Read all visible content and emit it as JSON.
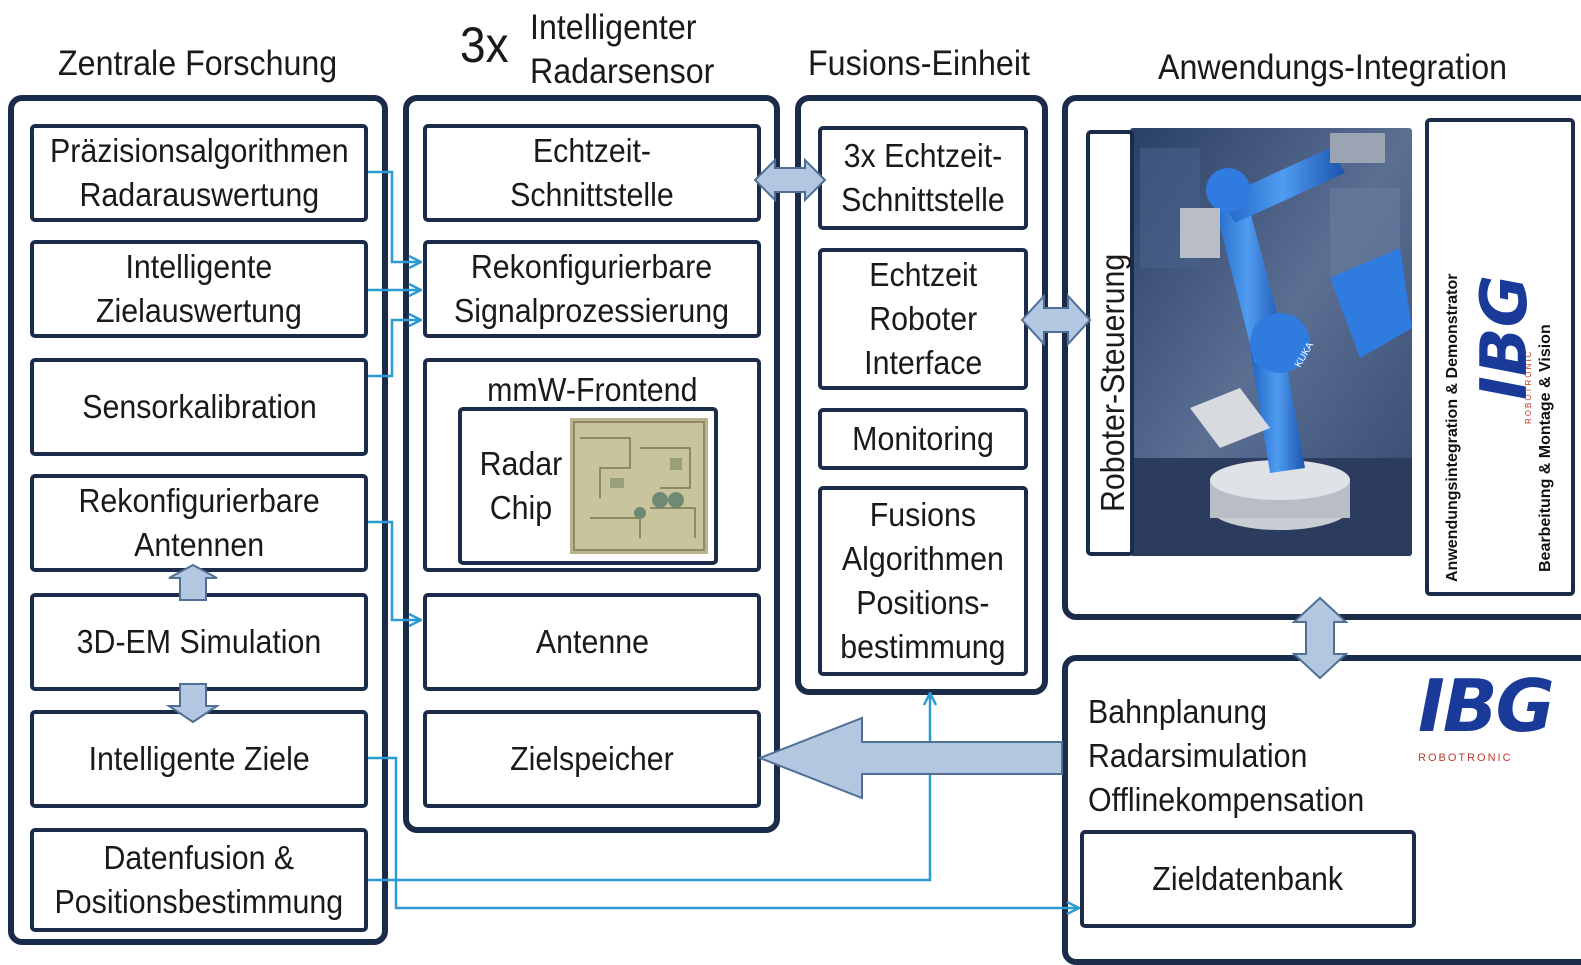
{
  "headers": {
    "zentrale": "Zentrale Forschung",
    "radar_count": "3x",
    "radar_title_line1": "Intelligenter",
    "radar_title_line2": "Radarsensor",
    "fusion": "Fusions-Einheit",
    "anwendung": "Anwendungs-Integration"
  },
  "zentrale_boxes": [
    "Präzisionsalgorithmen\nRadarauswertung",
    "Intelligente\nZielauswertung",
    "Sensorkalibration",
    "Rekonfigurierbare\nAntennen",
    "3D-EM Simulation",
    "Intelligente Ziele",
    "Datenfusion &\nPositionsbestimmung"
  ],
  "radar_boxes": {
    "schnittstelle": "Echtzeit-\nSchnittstelle",
    "signal": "Rekonfigurierbare\nSignalprozessierung",
    "frontend": "mmW-Frontend",
    "chip": "Radar\nChip",
    "antenne": "Antenne",
    "zielspeicher": "Zielspeicher"
  },
  "fusion_boxes": {
    "schnittstelle": "3x Echtzeit-\nSchnittstelle",
    "roboter": "Echtzeit\nRoboter\nInterface",
    "monitoring": "Monitoring",
    "algorithmen": "Fusions\nAlgorithmen\nPositions-\nbestimmung"
  },
  "anwendung": {
    "roboter_steuerung": "Roboter-Steuerung",
    "side_line1": "Anwendungsintegration & Demonstrator",
    "side_line2": "Bearbeitung  &  Montage  &  Vision",
    "logo_text": "IBG",
    "logo_sub": "ROBOTRONIC",
    "robot_brand": "KUKA"
  },
  "planning": {
    "lines": [
      "Bahnplanung",
      "Radarsimulation",
      "Offlinekompensation"
    ],
    "zieldatenbank": "Zieldatenbank"
  },
  "colors": {
    "frame": "#1b2b4a",
    "arrow_fill": "#b3c8e0",
    "arrow_stroke": "#4f6f96",
    "connector": "#2d9bd2",
    "logo_blue": "#1a3a9a",
    "logo_red": "#c0392b"
  }
}
